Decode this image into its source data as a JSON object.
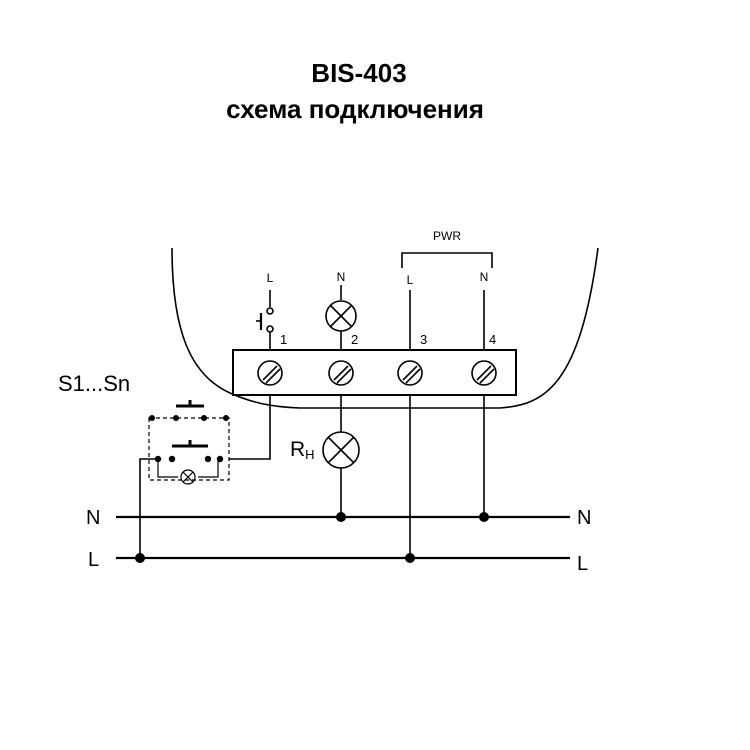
{
  "title": "BIS-403",
  "subtitle": "схема подключения",
  "labels": {
    "switch_group": "S1...Sn",
    "load": "R",
    "load_sub": "H",
    "pwr": "PWR",
    "term_top": [
      "L",
      "N",
      "L",
      "N"
    ],
    "term_numbers": [
      "1",
      "2",
      "3",
      "4"
    ],
    "bus_n_left": "N",
    "bus_l_left": "L",
    "bus_n_right": "N",
    "bus_l_right": "L"
  }
}
